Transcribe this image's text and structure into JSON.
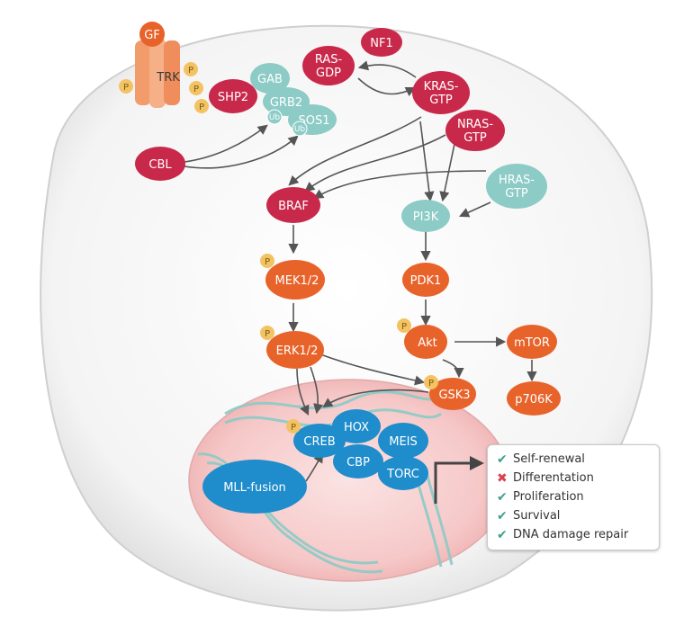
{
  "nodes": {
    "gf": "GF",
    "trk": "TRK",
    "shp2": "SHP2",
    "gab": "GAB",
    "grb2": "GRB2",
    "sos1": "SOS1",
    "ub1": "Ub",
    "ub2": "Ub",
    "cbl": "CBL",
    "ras_gdp": [
      "RAS-",
      "GDP"
    ],
    "nf1": "NF1",
    "kras_gtp": [
      "KRAS-",
      "GTP"
    ],
    "nras_gtp": [
      "NRAS-",
      "GTP"
    ],
    "hras_gtp": [
      "HRAS-",
      "GTP"
    ],
    "braf": "BRAF",
    "pi3k": "PI3K",
    "mek": "MEK1/2",
    "pdk1": "PDK1",
    "erk": "ERK1/2",
    "akt": "Akt",
    "mtor": "mTOR",
    "gsk3": "GSK3",
    "p706k": "p706K",
    "creb": "CREB",
    "hox": "HOX",
    "meis": "MEIS",
    "cbp": "CBP",
    "torc": "TORC",
    "mll": "MLL-fusion"
  },
  "phospho": "P",
  "outcomes": [
    {
      "icon": "check-icon",
      "label": "Self-renewal"
    },
    {
      "icon": "cross-icon",
      "label": "Differentation"
    },
    {
      "icon": "check-icon",
      "label": "Proliferation"
    },
    {
      "icon": "check-icon",
      "label": "Survival"
    },
    {
      "icon": "check-icon",
      "label": "DNA damage repair"
    }
  ],
  "colors": {
    "red": "#c8294a",
    "teal": "#8ccbc6",
    "orange": "#e8632a",
    "blue": "#1f8ccb",
    "phospho": "#f3c363",
    "check": "#3f9e8e",
    "cross": "#d9434f"
  }
}
